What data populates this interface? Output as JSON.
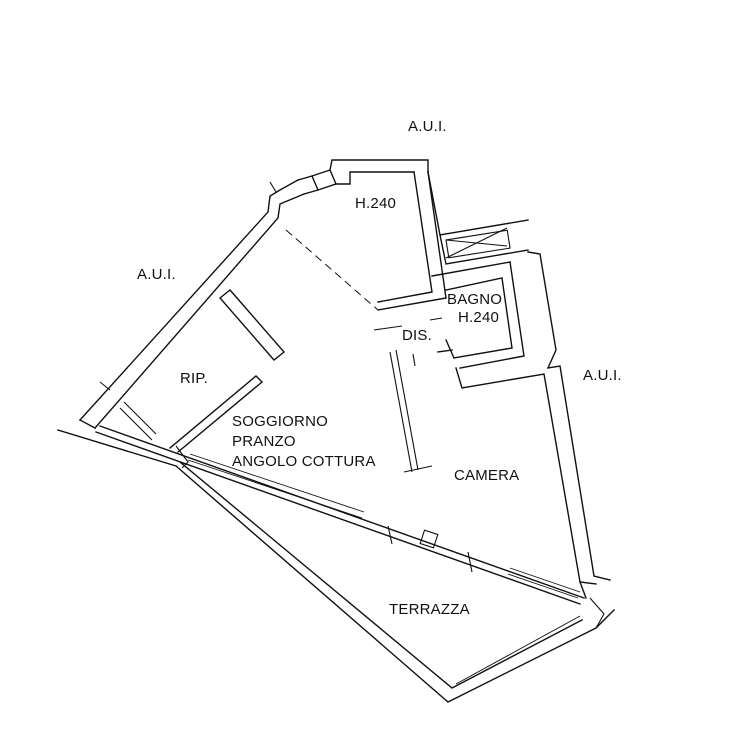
{
  "labels": {
    "aui_top": "A.U.I.",
    "aui_left": "A.U.I.",
    "aui_right": "A.U.I.",
    "h240_top": "H.240",
    "bagno": "BAGNO",
    "bagno_height": "H.240",
    "dis": "DIS.",
    "rip": "RIP.",
    "soggiorno": "SOGGIORNO",
    "pranzo": "PRANZO",
    "angolo_cottura": "ANGOLO COTTURA",
    "camera": "CAMERA",
    "terrazza": "TERRAZZA"
  }
}
